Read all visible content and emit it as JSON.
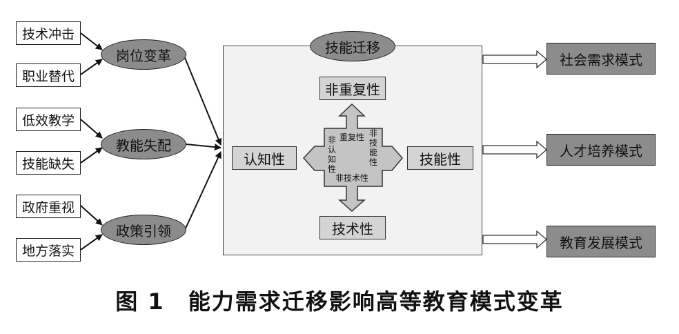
{
  "inputs": [
    {
      "label": "技术冲击"
    },
    {
      "label": "职业替代"
    },
    {
      "label": "低效教学"
    },
    {
      "label": "技能缺失"
    },
    {
      "label": "政府重视"
    },
    {
      "label": "地方落实"
    }
  ],
  "drivers": [
    {
      "label": "岗位变革"
    },
    {
      "label": "教能失配"
    },
    {
      "label": "政策引领"
    }
  ],
  "center": {
    "title": "技能迁移",
    "top": "非重复性",
    "left": "认知性",
    "right": "技能性",
    "bottom": "技术性",
    "inner_top": "重复性",
    "inner_bottom": "非技术性",
    "inner_left": "非认知性",
    "inner_right": "非技能性"
  },
  "outputs": [
    {
      "label": "社会需求模式"
    },
    {
      "label": "人才培养模式"
    },
    {
      "label": "教育发展模式"
    }
  ],
  "caption": "图 1　能力需求迁移影响高等教育模式变革",
  "colors": {
    "dark_fill": "#8c8c8c",
    "dim_fill": "#d4d4d4",
    "cross_fill": "#c4c4c4",
    "frame_fill": "#f2f2f2"
  }
}
